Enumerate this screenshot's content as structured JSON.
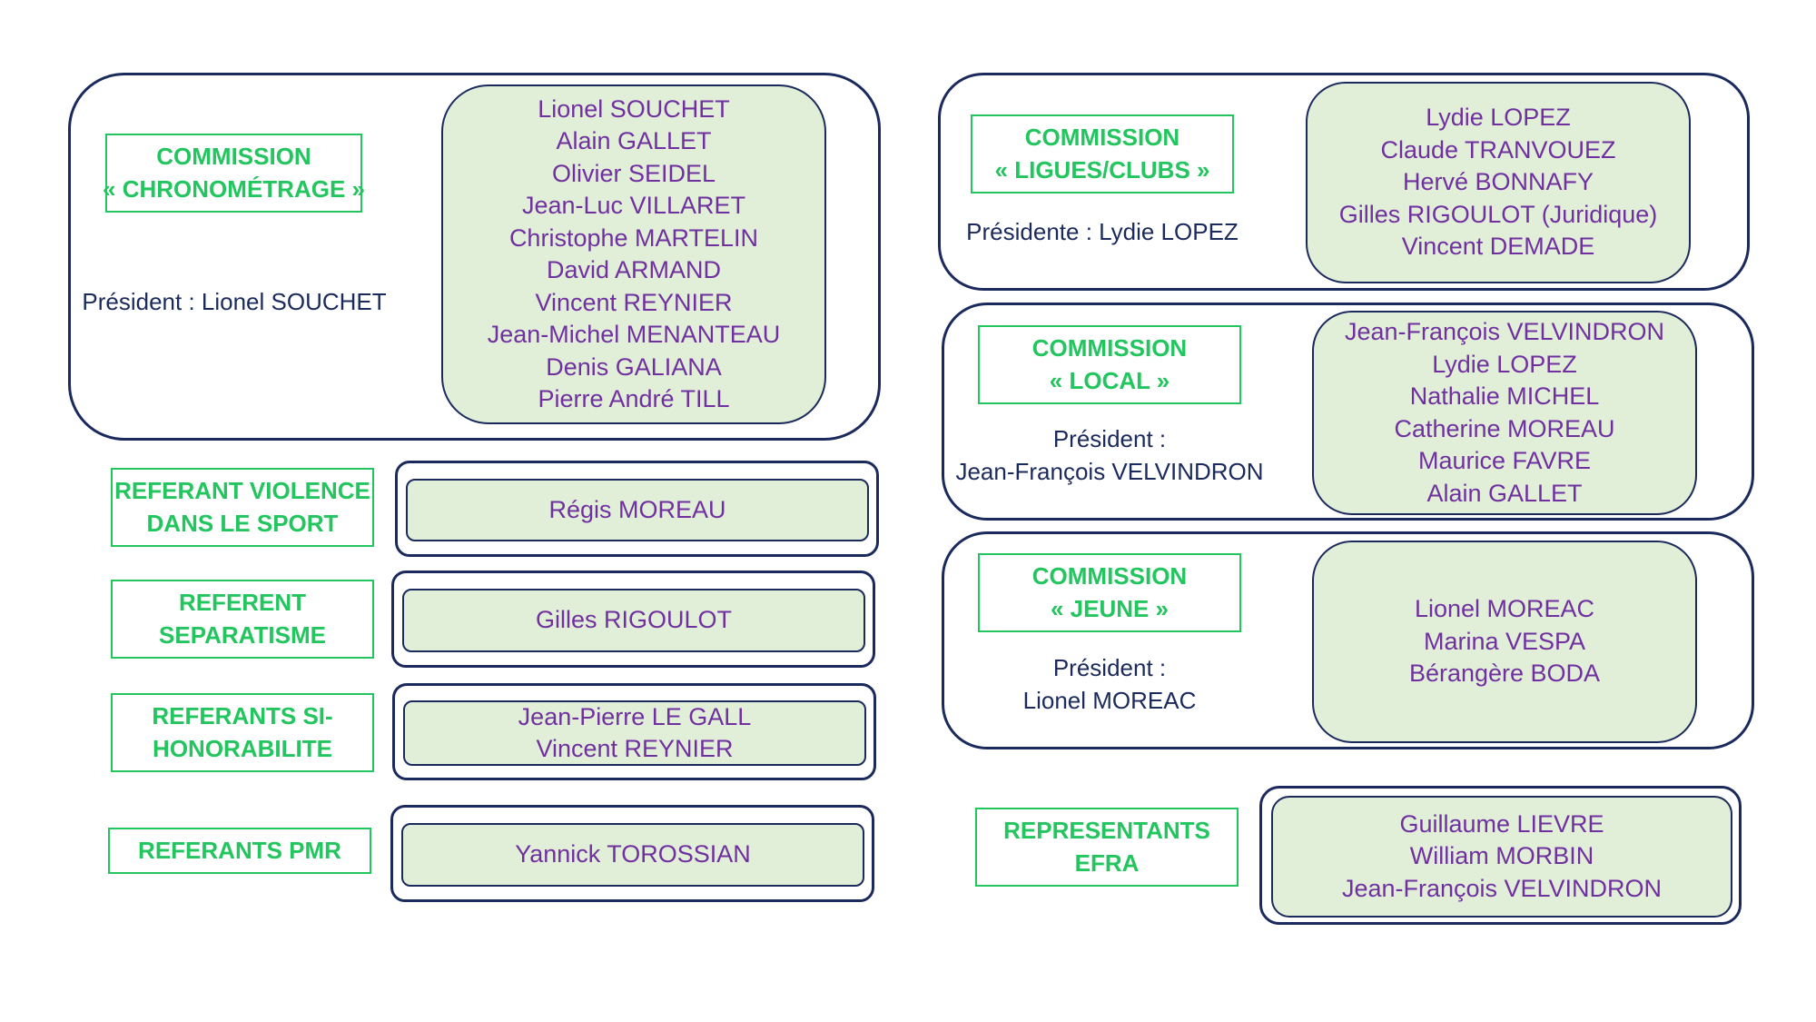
{
  "colors": {
    "border": "#1b2a5c",
    "member_box_fill": "#e1efd9",
    "member_text": "#7030a0",
    "label_text": "#22c55e",
    "president_text": "#1b2a5c"
  },
  "commissions": {
    "chronometrage": {
      "title_line1": "COMMISSION",
      "title_line2": "« CHRONOMÉTRAGE »",
      "president": "Président : Lionel SOUCHET",
      "members": [
        "Lionel SOUCHET",
        "Alain GALLET",
        "Olivier SEIDEL",
        "Jean-Luc VILLARET",
        "Christophe MARTELIN",
        "David ARMAND",
        "Vincent REYNIER",
        "Jean-Michel MENANTEAU",
        "Denis GALIANA",
        "Pierre André TILL"
      ]
    },
    "ligues_clubs": {
      "title_line1": "COMMISSION",
      "title_line2": "« LIGUES/CLUBS »",
      "president": "Présidente : Lydie LOPEZ",
      "members": [
        "Lydie LOPEZ",
        "Claude TRANVOUEZ",
        "Hervé BONNAFY",
        "Gilles RIGOULOT (Juridique)",
        "Vincent DEMADE"
      ]
    },
    "local": {
      "title_line1": "COMMISSION",
      "title_line2": "« LOCAL »",
      "president_line1": "Président :",
      "president_line2": "Jean-François VELVINDRON",
      "members": [
        "Jean-François VELVINDRON",
        "Lydie LOPEZ",
        "Nathalie MICHEL",
        "Catherine MOREAU",
        "Maurice FAVRE",
        "Alain GALLET"
      ]
    },
    "jeune": {
      "title_line1": "COMMISSION",
      "title_line2": "« JEUNE »",
      "president_line1": "Président :",
      "president_line2": "Lionel MOREAC",
      "members": [
        "Lionel MOREAC",
        "Marina VESPA",
        "Bérangère BODA"
      ]
    }
  },
  "referents": {
    "violence": {
      "title_line1": "REFERANT VIOLENCE",
      "title_line2": "DANS LE  SPORT",
      "members": [
        "Régis MOREAU"
      ]
    },
    "separatisme": {
      "title_line1": "REFERENT",
      "title_line2": "SEPARATISME",
      "members": [
        "Gilles RIGOULOT"
      ]
    },
    "honorabilite": {
      "title_line1": "REFERANTS SI-",
      "title_line2": "HONORABILITE",
      "members": [
        "Jean-Pierre LE GALL",
        "Vincent REYNIER"
      ]
    },
    "pmr": {
      "title_line1": "REFERANTS PMR",
      "members": [
        "Yannick TOROSSIAN"
      ]
    },
    "efra": {
      "title_line1": "REPRESENTANTS",
      "title_line2": "EFRA",
      "members": [
        "Guillaume LIEVRE",
        "William MORBIN",
        "Jean-François VELVINDRON"
      ]
    }
  }
}
